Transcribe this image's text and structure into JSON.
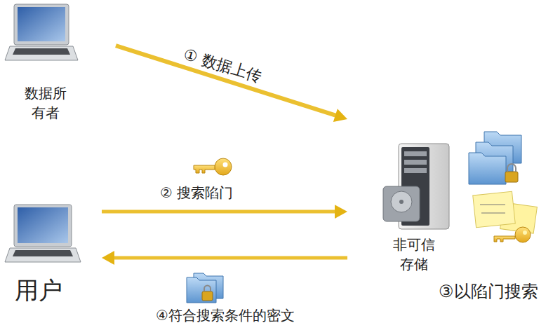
{
  "diagram": {
    "nodes": [
      {
        "text": [
          "数据所 有者"
        ]
      },
      {
        "text": [
          "用户"
        ]
      },
      {
        "text": [
          "非可信 存储"
        ]
      }
    ],
    "edges": [
      {
        "from": 0,
        "to": 2,
        "label": "① 数据上传",
        "arrow": "to"
      },
      {
        "from": 1,
        "to": 2,
        "label": "② 搜索陷门",
        "arrow": "to"
      },
      {
        "from": 2,
        "to": 1,
        "label": "④符合搜索条件的密文",
        "arrow": "to"
      }
    ],
    "labels": [
      "③以陷门搜索"
    ]
  }
}
